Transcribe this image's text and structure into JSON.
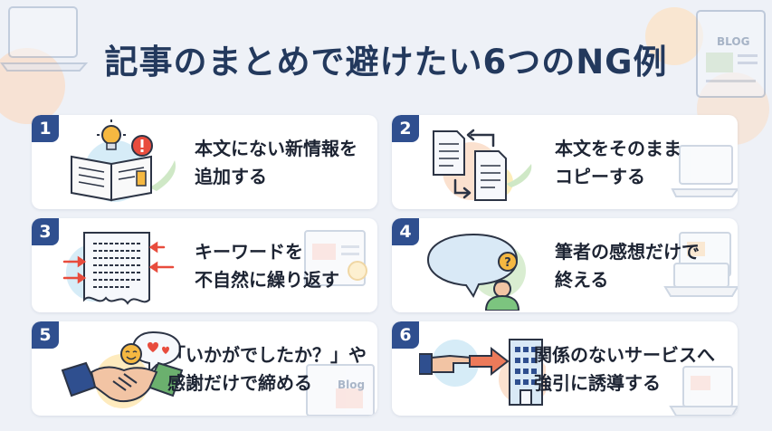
{
  "title": "記事のまとめで避けたい6つのNG例",
  "background_icons": {
    "blog_label": "BLOG"
  },
  "items": [
    {
      "number": "1",
      "line1": "本文にない新情報を",
      "line2": "追加する"
    },
    {
      "number": "2",
      "line1": "本文をそのまま",
      "line2": "コピーする"
    },
    {
      "number": "3",
      "line1": "キーワードを",
      "line2": "不自然に繰り返す"
    },
    {
      "number": "4",
      "line1": "筆者の感想だけで",
      "line2": "終える"
    },
    {
      "number": "5",
      "line1": "「いかがでしたか？」や",
      "line2": "感謝だけで締める",
      "deco_label": "Blog"
    },
    {
      "number": "6",
      "line1": "関係のないサービスへ",
      "line2": "強引に誘導する"
    }
  ],
  "colors": {
    "accent": "#2f4f8f",
    "title": "#23395d",
    "highlight": "#f5b841",
    "alert": "#e84c3d"
  }
}
